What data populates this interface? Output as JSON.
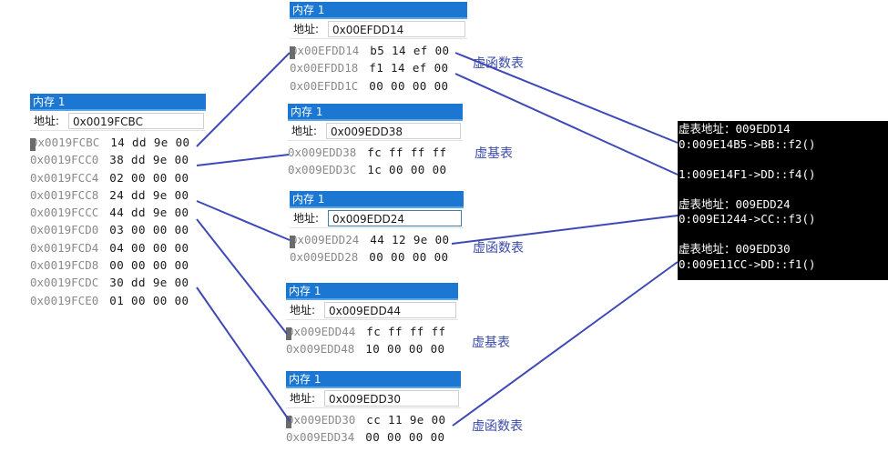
{
  "panels": [
    {
      "id": "p0",
      "title": "内存 1",
      "addr_label": "地址:",
      "addr_value": "0x0019FCBC",
      "rows": [
        {
          "addr": "0x0019FCBC",
          "bytes": "14 dd 9e 00"
        },
        {
          "addr": "0x0019FCC0",
          "bytes": "38 dd 9e 00"
        },
        {
          "addr": "0x0019FCC4",
          "bytes": "02 00 00 00"
        },
        {
          "addr": "0x0019FCC8",
          "bytes": "24 dd 9e 00"
        },
        {
          "addr": "0x0019FCCC",
          "bytes": "44 dd 9e 00"
        },
        {
          "addr": "0x0019FCD0",
          "bytes": "03 00 00 00"
        },
        {
          "addr": "0x0019FCD4",
          "bytes": "04 00 00 00"
        },
        {
          "addr": "0x0019FCD8",
          "bytes": "00 00 00 00"
        },
        {
          "addr": "0x0019FCDC",
          "bytes": "30 dd 9e 00"
        },
        {
          "addr": "0x0019FCE0",
          "bytes": "01 00 00 00"
        }
      ]
    },
    {
      "id": "p1",
      "title": "内存 1",
      "addr_label": "地址:",
      "addr_value": "0x00EFDD14",
      "rows": [
        {
          "addr": "0x00EFDD14",
          "bytes": "b5 14 ef 00"
        },
        {
          "addr": "0x00EFDD18",
          "bytes": "f1 14 ef 00"
        },
        {
          "addr": "0x00EFDD1C",
          "bytes": "00 00 00 00"
        }
      ]
    },
    {
      "id": "p2",
      "title": "内存 1",
      "addr_label": "地址:",
      "addr_value": "0x009EDD38",
      "rows": [
        {
          "addr": "0x009EDD38",
          "bytes": "fc ff ff ff"
        },
        {
          "addr": "0x009EDD3C",
          "bytes": "1c 00 00 00"
        }
      ]
    },
    {
      "id": "p3",
      "title": "内存 1",
      "addr_label": "地址:",
      "addr_value": "0x009EDD24",
      "rows": [
        {
          "addr": "0x009EDD24",
          "bytes": "44 12 9e 00"
        },
        {
          "addr": "0x009EDD28",
          "bytes": "00 00 00 00"
        }
      ]
    },
    {
      "id": "p4",
      "title": "内存 1",
      "addr_label": "地址:",
      "addr_value": "0x009EDD44",
      "rows": [
        {
          "addr": "0x009EDD44",
          "bytes": "fc ff ff ff"
        },
        {
          "addr": "0x009EDD48",
          "bytes": "10 00 00 00"
        }
      ]
    },
    {
      "id": "p5",
      "title": "内存 1",
      "addr_label": "地址:",
      "addr_value": "0x009EDD30",
      "rows": [
        {
          "addr": "0x009EDD30",
          "bytes": "cc 11 9e 00"
        },
        {
          "addr": "0x009EDD34",
          "bytes": "00 00 00 00"
        }
      ]
    }
  ],
  "annotations": [
    "虚函数表",
    "虚基表",
    "虚函数表",
    "虚基表",
    "虚函数表"
  ],
  "console_lines": [
    "虚表地址：009EDD14",
    "0:009E14B5->BB::f2()",
    "",
    "1:009E14F1->DD::f4()",
    "",
    "虚表地址：009EDD24",
    "0:009E1244->CC::f3()",
    "",
    "虚表地址：009EDD30",
    "0:009E11CC->DD::f1()"
  ],
  "colors": {
    "titlebar": "#1b77d2",
    "arrow_line": "#3e49b8",
    "annotation_text": "#3a4aa8",
    "console_bg": "#000000"
  }
}
